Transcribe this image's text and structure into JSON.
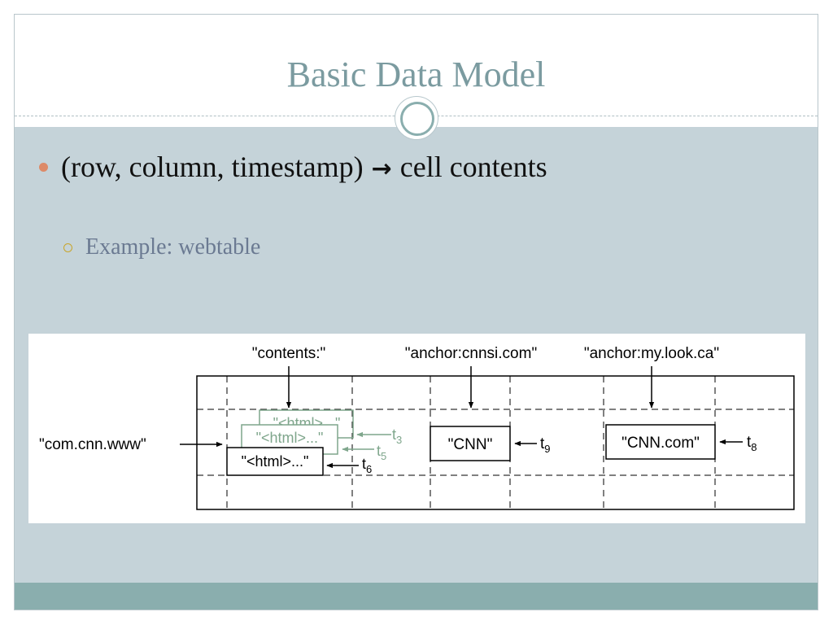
{
  "slide": {
    "title": "Basic Data Model",
    "bullets": [
      {
        "before": "(row, column, timestamp)",
        "after": "cell contents"
      }
    ],
    "sub_bullets": [
      {
        "text": "Example: webtable"
      }
    ],
    "colors": {
      "title": "#7b9ba0",
      "content_bg": "#c5d3d9",
      "footer": "#8aaeae",
      "bullet": "#dd8a68",
      "sub_bullet": "#c9a52b",
      "sub_text": "#6b7a92",
      "old_version": "#7fa68c"
    }
  },
  "diagram": {
    "columns": [
      {
        "label": "\"contents:\""
      },
      {
        "label": "\"anchor:cnnsi.com\""
      },
      {
        "label": "\"anchor:my.look.ca\""
      }
    ],
    "row_label": "\"com.cnn.www\"",
    "cells": {
      "contents_versions": [
        {
          "text": "\"<html>...\"",
          "t": "t",
          "sub": "3"
        },
        {
          "text": "\"<html>...\"",
          "t": "t",
          "sub": "5"
        },
        {
          "text": "\"<html>...\"",
          "t": "t",
          "sub": "6"
        }
      ],
      "cnnsi": {
        "text": "\"CNN\"",
        "t": "t",
        "sub": "9"
      },
      "mylook": {
        "text": "\"CNN.com\"",
        "t": "t",
        "sub": "8"
      }
    }
  }
}
